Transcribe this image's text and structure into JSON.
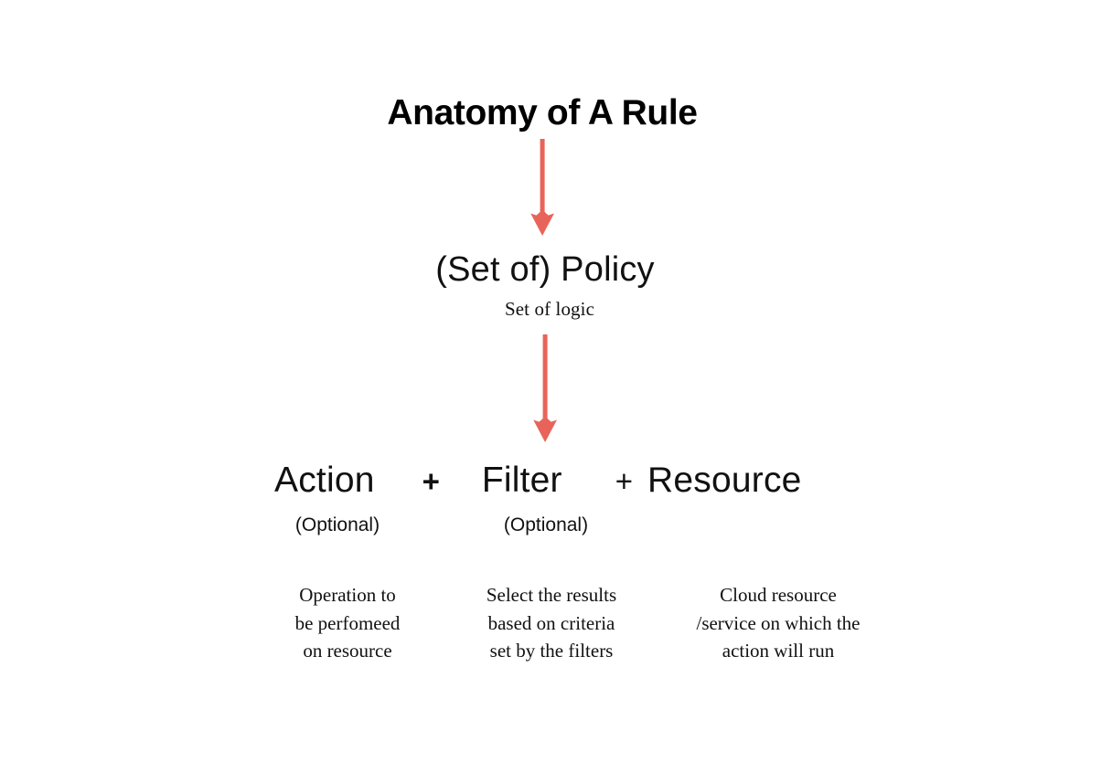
{
  "page": {
    "title": "Anatomy of A Rule",
    "background_color": "#ffffff",
    "text_color": "#111111",
    "accent_color": "#e8645a"
  },
  "title": {
    "text": "Anatomy of A Rule"
  },
  "policy": {
    "heading": "(Set of) Policy",
    "subtext": "Set of logic"
  },
  "arrows": [
    {
      "name": "arrow-title-to-policy",
      "color": "#e8645a",
      "direction": "down"
    },
    {
      "name": "arrow-policy-to-components",
      "color": "#e8645a",
      "direction": "down"
    }
  ],
  "components": {
    "action": {
      "term": "Action",
      "optional_label": "(Optional)",
      "description": [
        "Operation to",
        "be perfomeed",
        "on resource"
      ]
    },
    "operator_1": "+",
    "filter": {
      "term": "Filter",
      "optional_label": "(Optional)",
      "description": [
        "Select the results",
        "based on criteria",
        "set by the filters"
      ]
    },
    "operator_2": "+",
    "resource": {
      "term": "Resource",
      "optional_label": "",
      "description": [
        "Cloud resource",
        "/service on which the",
        "action will run"
      ]
    }
  },
  "chart_data": {
    "type": "diagram",
    "title": "Anatomy of A Rule",
    "layout": "top-down flowchart",
    "nodes": [
      {
        "id": "rule",
        "level": 0,
        "label": "Anatomy of A Rule",
        "sublabel": ""
      },
      {
        "id": "policy",
        "level": 1,
        "label": "(Set of) Policy",
        "sublabel": "Set of logic"
      },
      {
        "id": "action",
        "level": 2,
        "label": "Action",
        "sublabel": "(Optional)",
        "description": "Operation to be perfomeed on resource"
      },
      {
        "id": "filter",
        "level": 2,
        "label": "Filter",
        "sublabel": "(Optional)",
        "description": "Select the results based on criteria set by the filters"
      },
      {
        "id": "resource",
        "level": 2,
        "label": "Resource",
        "sublabel": "",
        "description": "Cloud resource /service on which the action will run"
      }
    ],
    "edges": [
      {
        "from": "rule",
        "to": "policy",
        "style": "arrow-down",
        "color": "#e8645a"
      },
      {
        "from": "policy",
        "to": "action+filter+resource",
        "style": "arrow-down",
        "color": "#e8645a"
      }
    ],
    "operators": [
      "+",
      "+"
    ]
  }
}
